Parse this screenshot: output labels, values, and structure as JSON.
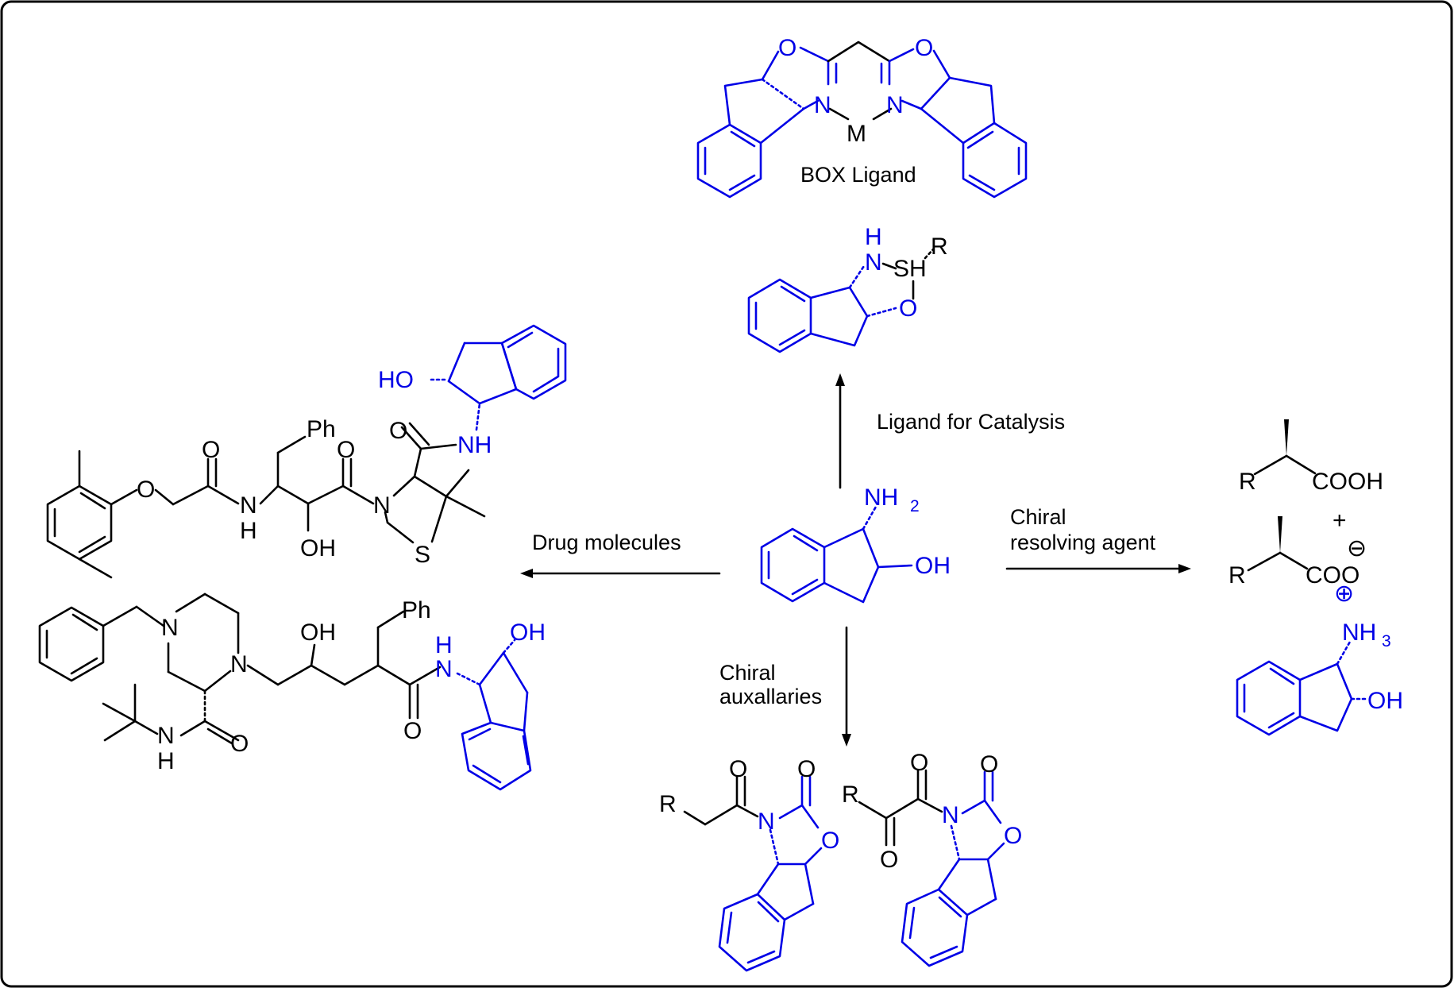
{
  "colors": {
    "ink": "#000000",
    "highlight": "#0000e6",
    "background": "#ffffff"
  },
  "labels": {
    "box_ligand": "BOX Ligand",
    "ligand_catalysis": "Ligand for Catalysis",
    "drug_molecules": "Drug molecules",
    "chiral_resolving_line1": "Chiral",
    "chiral_resolving_line2": "resolving agent",
    "chiral_aux_line1": "Chiral",
    "chiral_aux_line2": "auxallaries"
  },
  "atoms": {
    "O": "O",
    "N": "N",
    "M": "M",
    "H": "H",
    "S": "S",
    "R": "R",
    "SH": "SH",
    "HO": "HO",
    "OH": "OH",
    "NH": "NH",
    "Ph": "Ph",
    "NH2": "NH",
    "sub2": "2",
    "NH3": "NH",
    "sub3": "3",
    "COOH": "COOH",
    "COO": "COO",
    "plus": "+",
    "minus": "⊖",
    "plus_circle": "⊕"
  }
}
